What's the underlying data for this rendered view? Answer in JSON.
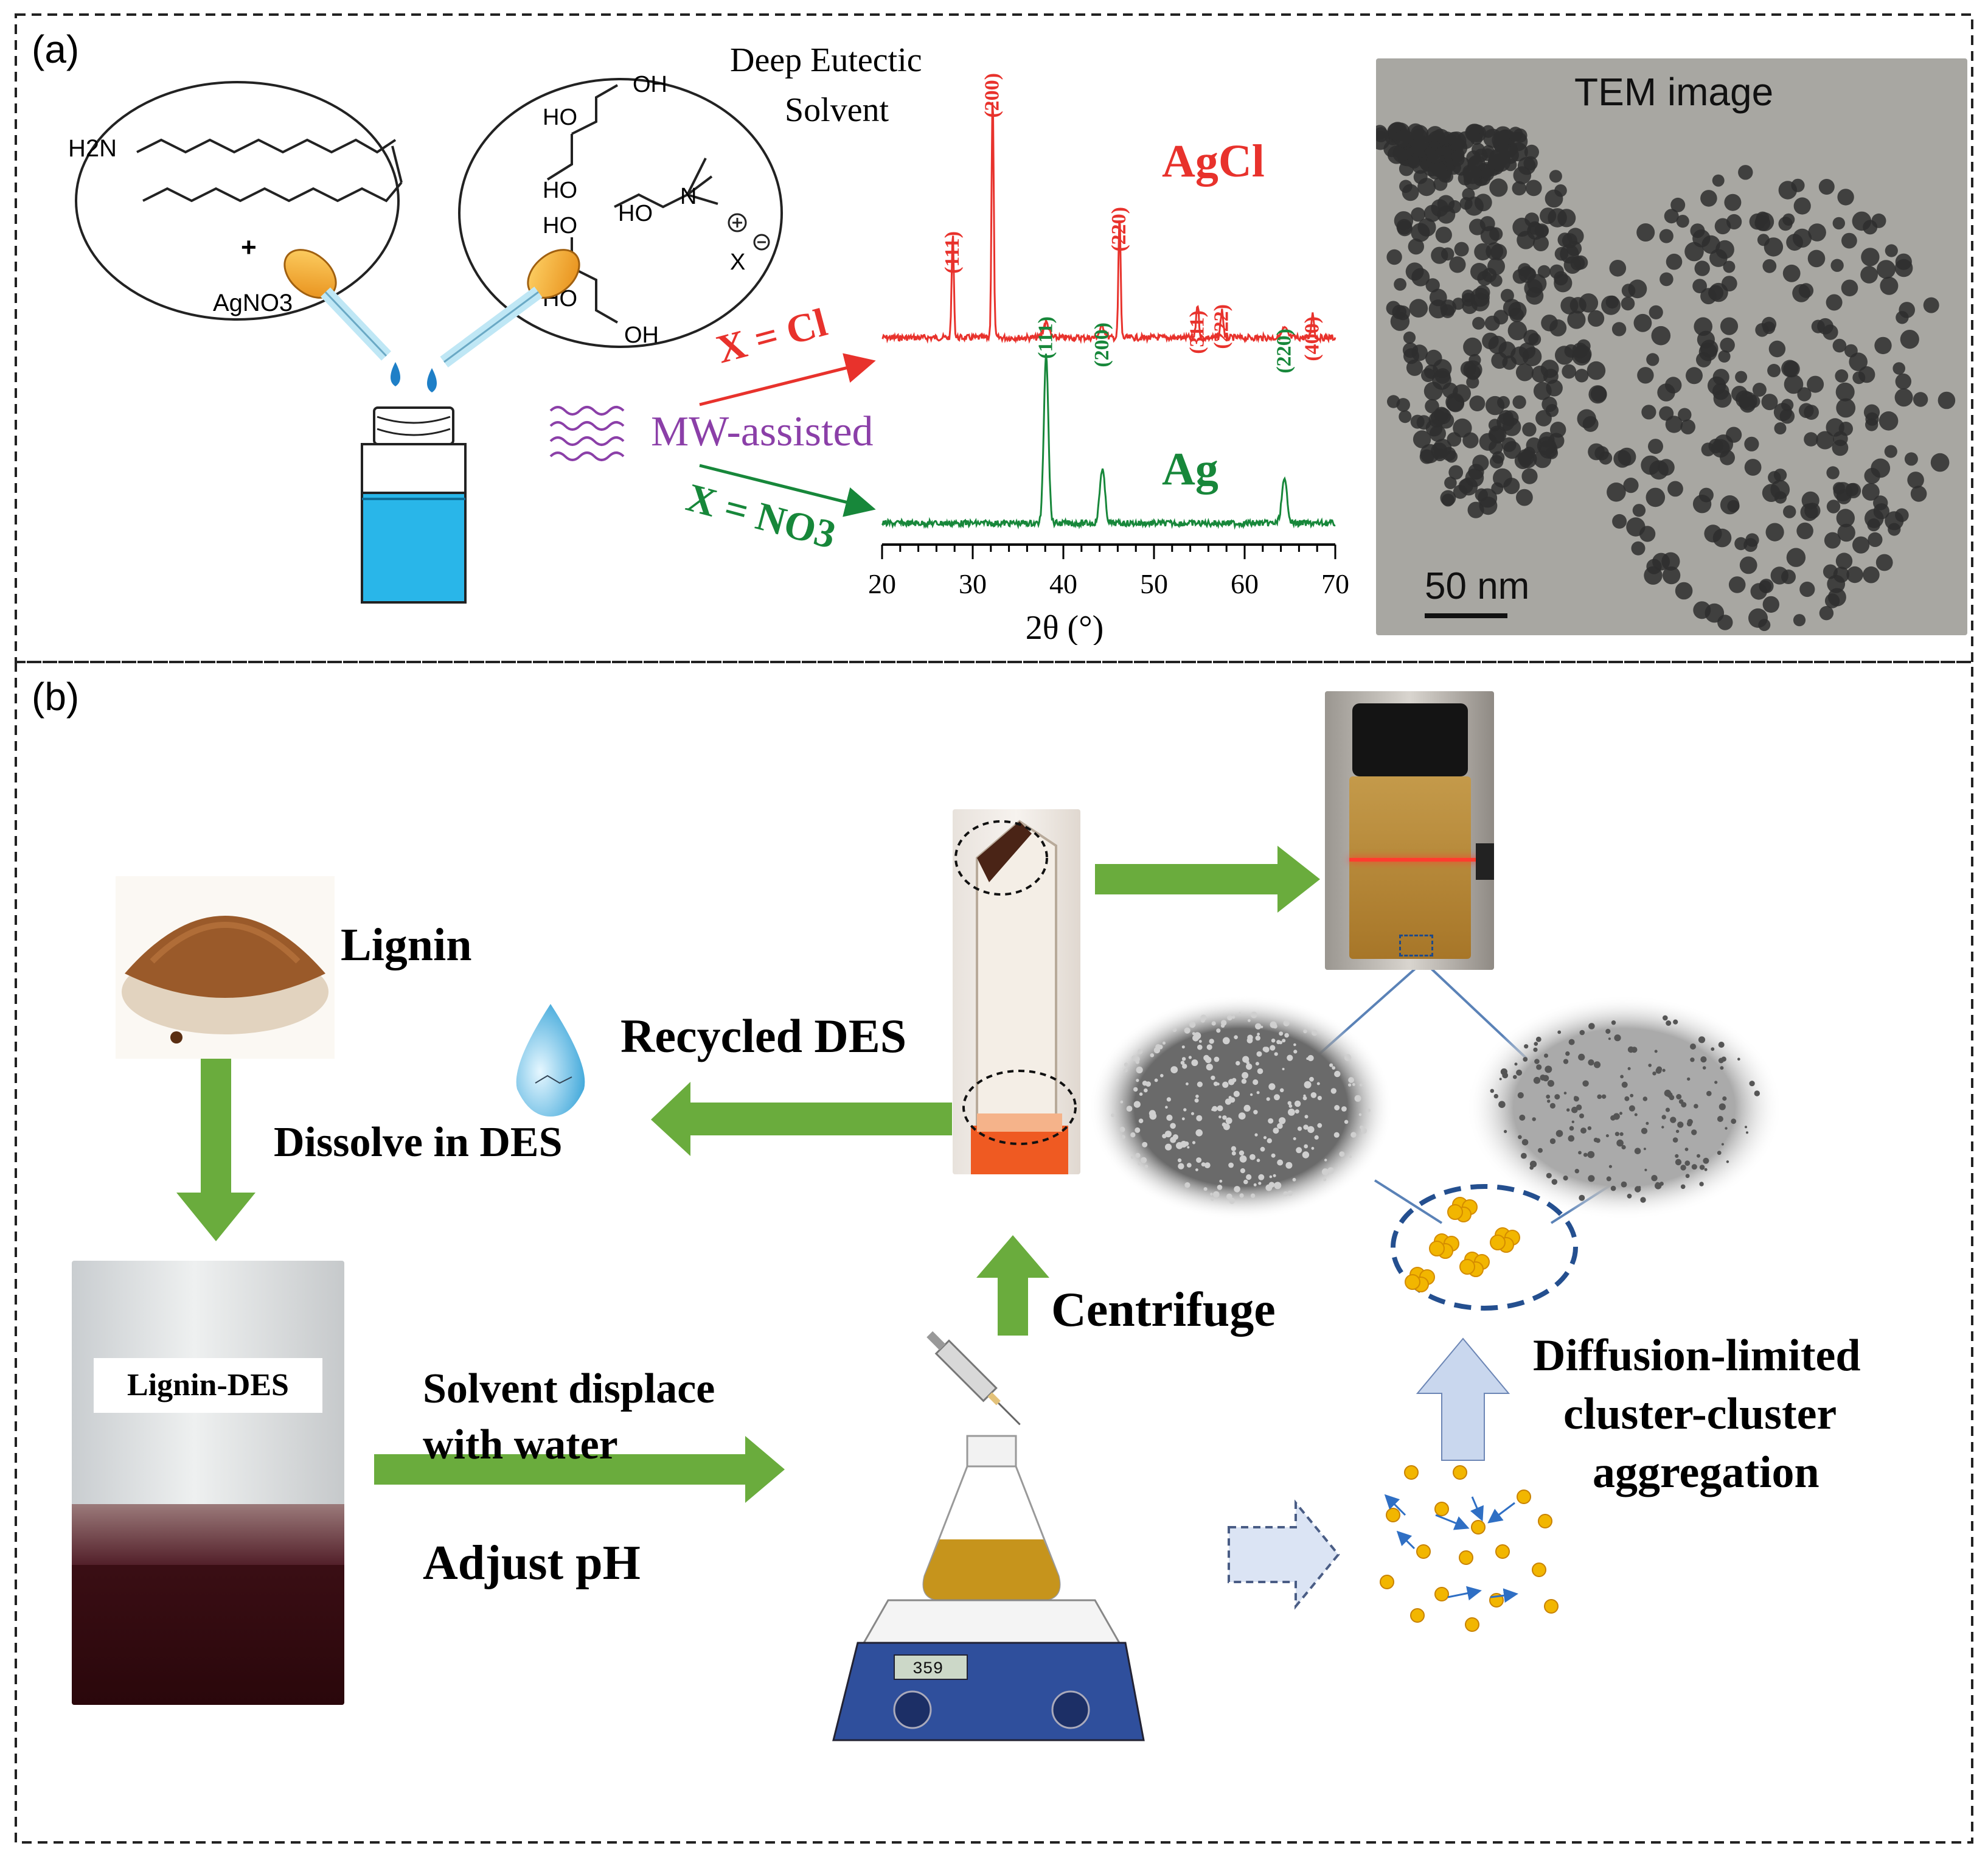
{
  "panel_a": {
    "label": "(a)",
    "amine_formula": "H2N",
    "silver_salt": "AgNO3",
    "plus_sign": "+",
    "des_title_line1": "Deep Eutectic",
    "des_title_line2": "Solvent",
    "hydroxyl_groups": [
      "OH",
      "HO",
      "HO",
      "HO",
      "HO",
      "HO",
      "OH"
    ],
    "ammonium_nitrogen": "N",
    "anion": "X",
    "mw_label": "MW-assisted",
    "route_cl": "X = Cl",
    "route_no3": "X = NO3",
    "tem_label": "TEM image",
    "scale_bar": "50 nm"
  },
  "chart_data": {
    "type": "line",
    "xlabel": "2θ (°)",
    "xlim": [
      20,
      70
    ],
    "x_ticks": [
      "20",
      "30",
      "40",
      "50",
      "60",
      "70"
    ],
    "series": [
      {
        "name": "AgCl",
        "color": "#e8322c",
        "peaks": [
          {
            "x": 27.8,
            "label": "(111)",
            "phase": "AgCl"
          },
          {
            "x": 32.2,
            "label": "(200)",
            "phase": "AgCl"
          },
          {
            "x": 38.1,
            "label": "(111)",
            "phase": "Ag"
          },
          {
            "x": 44.3,
            "label": "(200)",
            "phase": "Ag"
          },
          {
            "x": 46.2,
            "label": "(220)",
            "phase": "AgCl"
          },
          {
            "x": 54.8,
            "label": "(311)",
            "phase": "AgCl"
          },
          {
            "x": 57.5,
            "label": "(222)",
            "phase": "AgCl"
          },
          {
            "x": 64.4,
            "label": "(220)",
            "phase": "Ag"
          },
          {
            "x": 67.5,
            "label": "(400)",
            "phase": "AgCl"
          }
        ]
      },
      {
        "name": "Ag",
        "color": "#17873a",
        "peaks": [
          {
            "x": 38.1
          },
          {
            "x": 44.3
          },
          {
            "x": 64.4
          }
        ]
      }
    ]
  },
  "panel_b": {
    "label": "(b)",
    "lignin": "Lignin",
    "dissolve": "Dissolve in DES",
    "recycled": "Recycled DES",
    "lignin_des": "Lignin-DES",
    "solvent_line1": "Solvent displace",
    "solvent_line2": "with water",
    "adjust_ph": "Adjust pH",
    "centrifuge": "Centrifuge",
    "dlcca_line1": "Diffusion-limited",
    "dlcca_line2": "cluster-cluster",
    "dlcca_line3": "aggregation",
    "stirrer_display": "359"
  },
  "colors": {
    "xrd_red": "#e8322c",
    "xrd_green": "#17873a",
    "mw_purple": "#8b3fa8",
    "arrow_green": "#6aac3d",
    "vial_blue": "#29b6e9",
    "dashed_border": "#222222"
  }
}
